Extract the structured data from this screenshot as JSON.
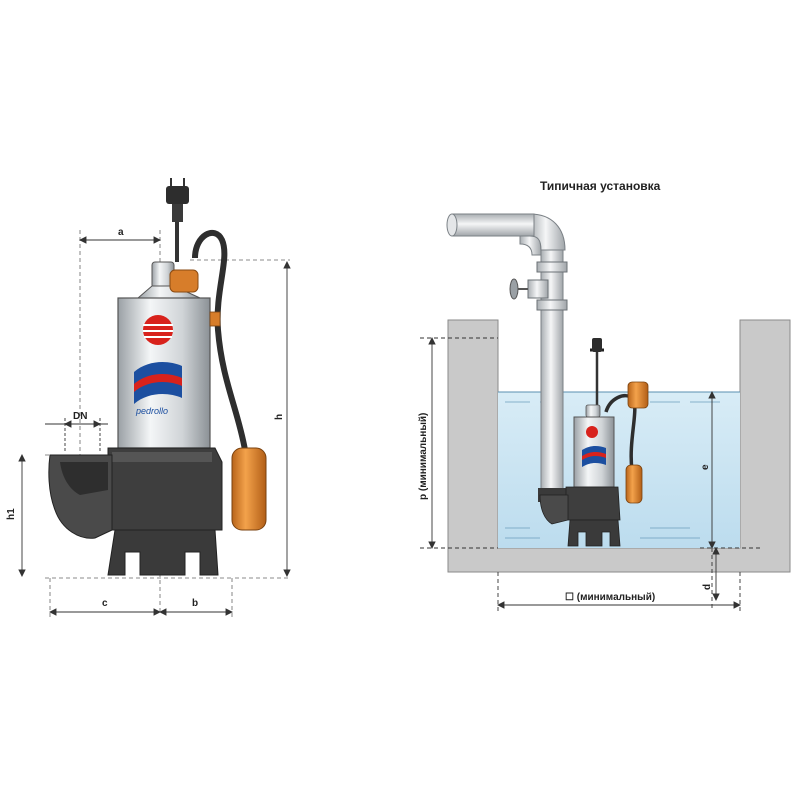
{
  "install_title": "Типичная установка",
  "brand_text": "pedrollo",
  "dimension_labels": {
    "a": "a",
    "h": "h",
    "h1": "h1",
    "DN": "DN",
    "c": "c",
    "b": "b",
    "p": "p (минимальный)",
    "e": "e",
    "d": "d",
    "width": "☐ (минимальный)"
  },
  "colors": {
    "water": "#cfe6f2",
    "concrete": "#c9c9c9",
    "float": "#e08a2a",
    "pump_body": "#444444",
    "steel": "#d9dde0",
    "brand_red": "#d8221c",
    "brand_blue": "#1c4fa0"
  }
}
